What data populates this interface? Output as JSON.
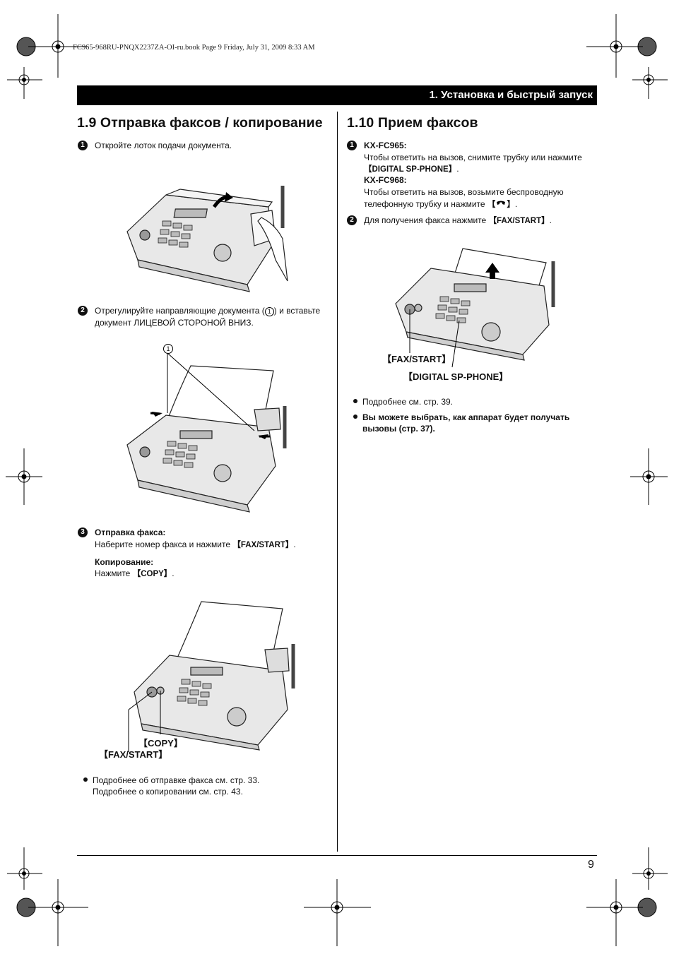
{
  "header": {
    "file_info": "FC965-968RU-PNQX2237ZA-OI-ru.book  Page 9  Friday, July 31, 2009  8:33 AM"
  },
  "chapter": {
    "title": "1. Установка и быстрый запуск"
  },
  "left": {
    "title": "1.9 Отправка факсов / копирование",
    "step1": {
      "num": "1",
      "text": "Откройте лоток подачи документа."
    },
    "step2": {
      "num": "2",
      "line1_a": "Отрегулируйте направляющие документа (",
      "circle_num": "1",
      "line1_b": ") и вставьте",
      "line2": "документ ЛИЦЕВОЙ СТОРОНОЙ ВНИЗ."
    },
    "fig2_callout": "1",
    "step3": {
      "num": "3",
      "heading_fax": "Отправка факса:",
      "fax_text": "Наберите номер факса и нажмите ",
      "fax_key": "【FAX/START】",
      "fax_end": ".",
      "heading_copy": "Копирование:",
      "copy_text": "Нажмите ",
      "copy_key": "【COPY】",
      "copy_end": "."
    },
    "fig3_labels": {
      "copy": "【COPY】",
      "fax_start": "【FAX/START】"
    },
    "bullet": {
      "line1": "Подробнее об отправке факса см. стр. 33.",
      "line2": "Подробнее о копировании см. стр. 43."
    }
  },
  "right": {
    "title": "1.10 Прием факсов",
    "step1": {
      "num": "1",
      "model1": "KX-FC965:",
      "model1_text": "Чтобы ответить на вызов, снимите трубку или нажмите",
      "model1_key": "【DIGITAL SP-PHONE】",
      "model1_end": ".",
      "model2": "KX-FC968:",
      "model2_text1": "Чтобы ответить на вызов, возьмите беспроводную",
      "model2_text2": "телефонную трубку и нажмите ",
      "model2_key_open": "【",
      "model2_key_icon": "phone-talk-icon",
      "model2_key_close": "】",
      "model2_end": "."
    },
    "step2": {
      "num": "2",
      "text": "Для получения факса нажмите ",
      "key": "【FAX/START】",
      "end": "."
    },
    "fig_labels": {
      "fax_start": "【FAX/START】",
      "digital_sp_phone": "【DIGITAL SP-PHONE】"
    },
    "bullets": [
      {
        "text": "Подробнее см. стр. 39.",
        "bold": false
      },
      {
        "line1": "Вы можете выбрать, как аппарат будет получать",
        "line2": "вызовы (стр. 37).",
        "bold": true
      }
    ]
  },
  "footer": {
    "page_number": "9"
  }
}
